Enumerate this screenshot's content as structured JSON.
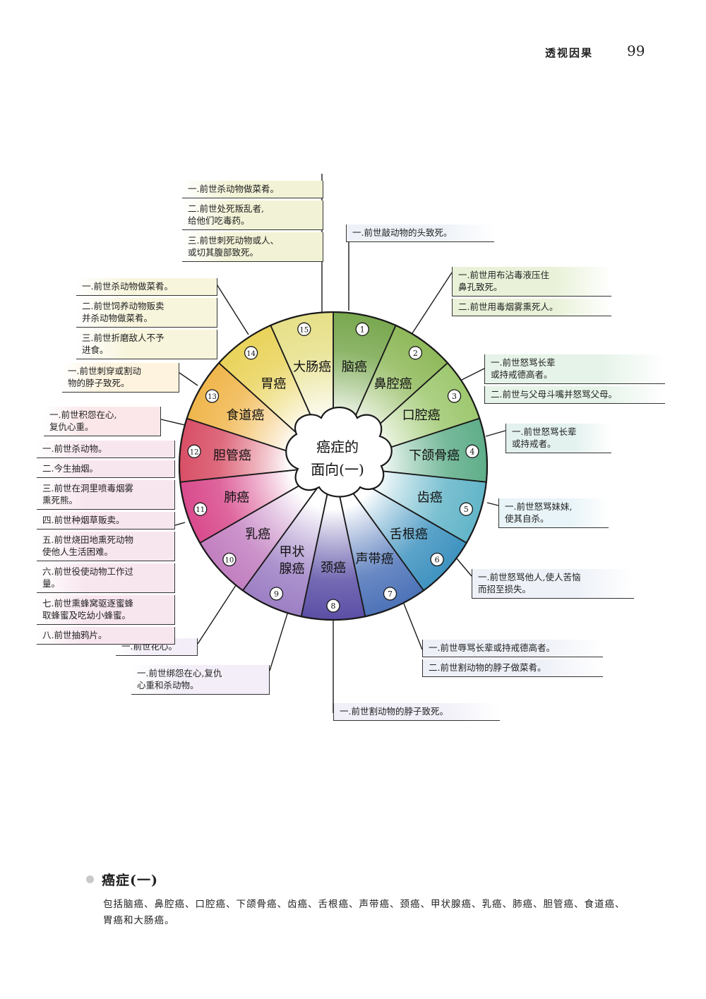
{
  "header": {
    "title": "透视因果",
    "page_number": "99"
  },
  "center": {
    "line1": "癌症的",
    "line2": "面向(一)"
  },
  "segments": [
    {
      "num": "1",
      "name": "脑癌"
    },
    {
      "num": "2",
      "name": "鼻腔癌"
    },
    {
      "num": "3",
      "name": "口腔癌"
    },
    {
      "num": "4",
      "name": "下颌骨癌"
    },
    {
      "num": "5",
      "name": "齿癌"
    },
    {
      "num": "6",
      "name": "舌根癌"
    },
    {
      "num": "7",
      "name": "声带癌"
    },
    {
      "num": "8",
      "name": "颈癌"
    },
    {
      "num": "9",
      "name": "甲状",
      "name2": "腺癌"
    },
    {
      "num": "10",
      "name": "乳癌"
    },
    {
      "num": "11",
      "name": "肺癌"
    },
    {
      "num": "12",
      "name": "胆管癌"
    },
    {
      "num": "13",
      "name": "食道癌"
    },
    {
      "num": "14",
      "name": "胃癌"
    },
    {
      "num": "15",
      "name": "大肠癌"
    }
  ],
  "notes": {
    "n1": [
      "一.前世敲动物的头致死。"
    ],
    "n2": [
      "一.前世用布沾毒液压住\n鼻孔致死。",
      "二.前世用毒烟雾熏死人。"
    ],
    "n3": [
      "一.前世怒骂长辈\n或持戒德高者。",
      "二.前世与父母斗嘴并怒骂父母。"
    ],
    "n4": [
      "一.前世怒骂长辈\n或持戒者。"
    ],
    "n5": [
      "一.前世怒骂妹妹,\n使其自杀。"
    ],
    "n6": [
      "一.前世怒骂他人,使人苦恼\n而招至损失。"
    ],
    "n7": [
      "一.前世辱骂长辈或持戒德高者。",
      "二.前世割动物的脖子做菜肴。"
    ],
    "n8": [
      "一.前世割动物的脖子致死。"
    ],
    "n9": [
      "一.前世绑怨在心,复仇\n心重和杀动物。"
    ],
    "n10": [
      "一.前世花心。"
    ],
    "n11": [
      "一.前世杀动物。",
      "二.今生抽烟。",
      "三.前世在洞里喷毒烟雾\n熏死熊。",
      "四.前世种烟草贩卖。",
      "五.前世烧田地熏死动物\n使他人生活困难。",
      "六.前世役使动物工作过\n量。",
      "七.前世熏蜂窝驱逐蜜蜂\n取蜂蜜及吃幼小蜂蜜。",
      "八.前世抽鸦片。"
    ],
    "n12": [
      "一.前世积怨在心,\n复仇心重。"
    ],
    "n13": [
      "一.前世刺穿或割动\n物的脖子致死。"
    ],
    "n14": [
      "一.前世杀动物做菜肴。",
      "二.前世饲养动物贩卖\n并杀动物做菜肴。",
      "三.前世折磨敌人不予\n进食。"
    ],
    "n15": [
      "一.前世杀动物做菜肴。",
      "二.前世处死叛乱者,\n给他们吃毒药。",
      "三.前世刺死动物或人、\n或切其腹部致死。"
    ]
  },
  "summary": {
    "title": "癌症(一)",
    "text": "包括脑癌、鼻腔癌、口腔癌、下颌骨癌、齿癌、舌根癌、声带癌、颈癌、甲状腺癌、乳癌、肺癌、胆管癌、食道癌、胃癌和大肠癌。"
  }
}
